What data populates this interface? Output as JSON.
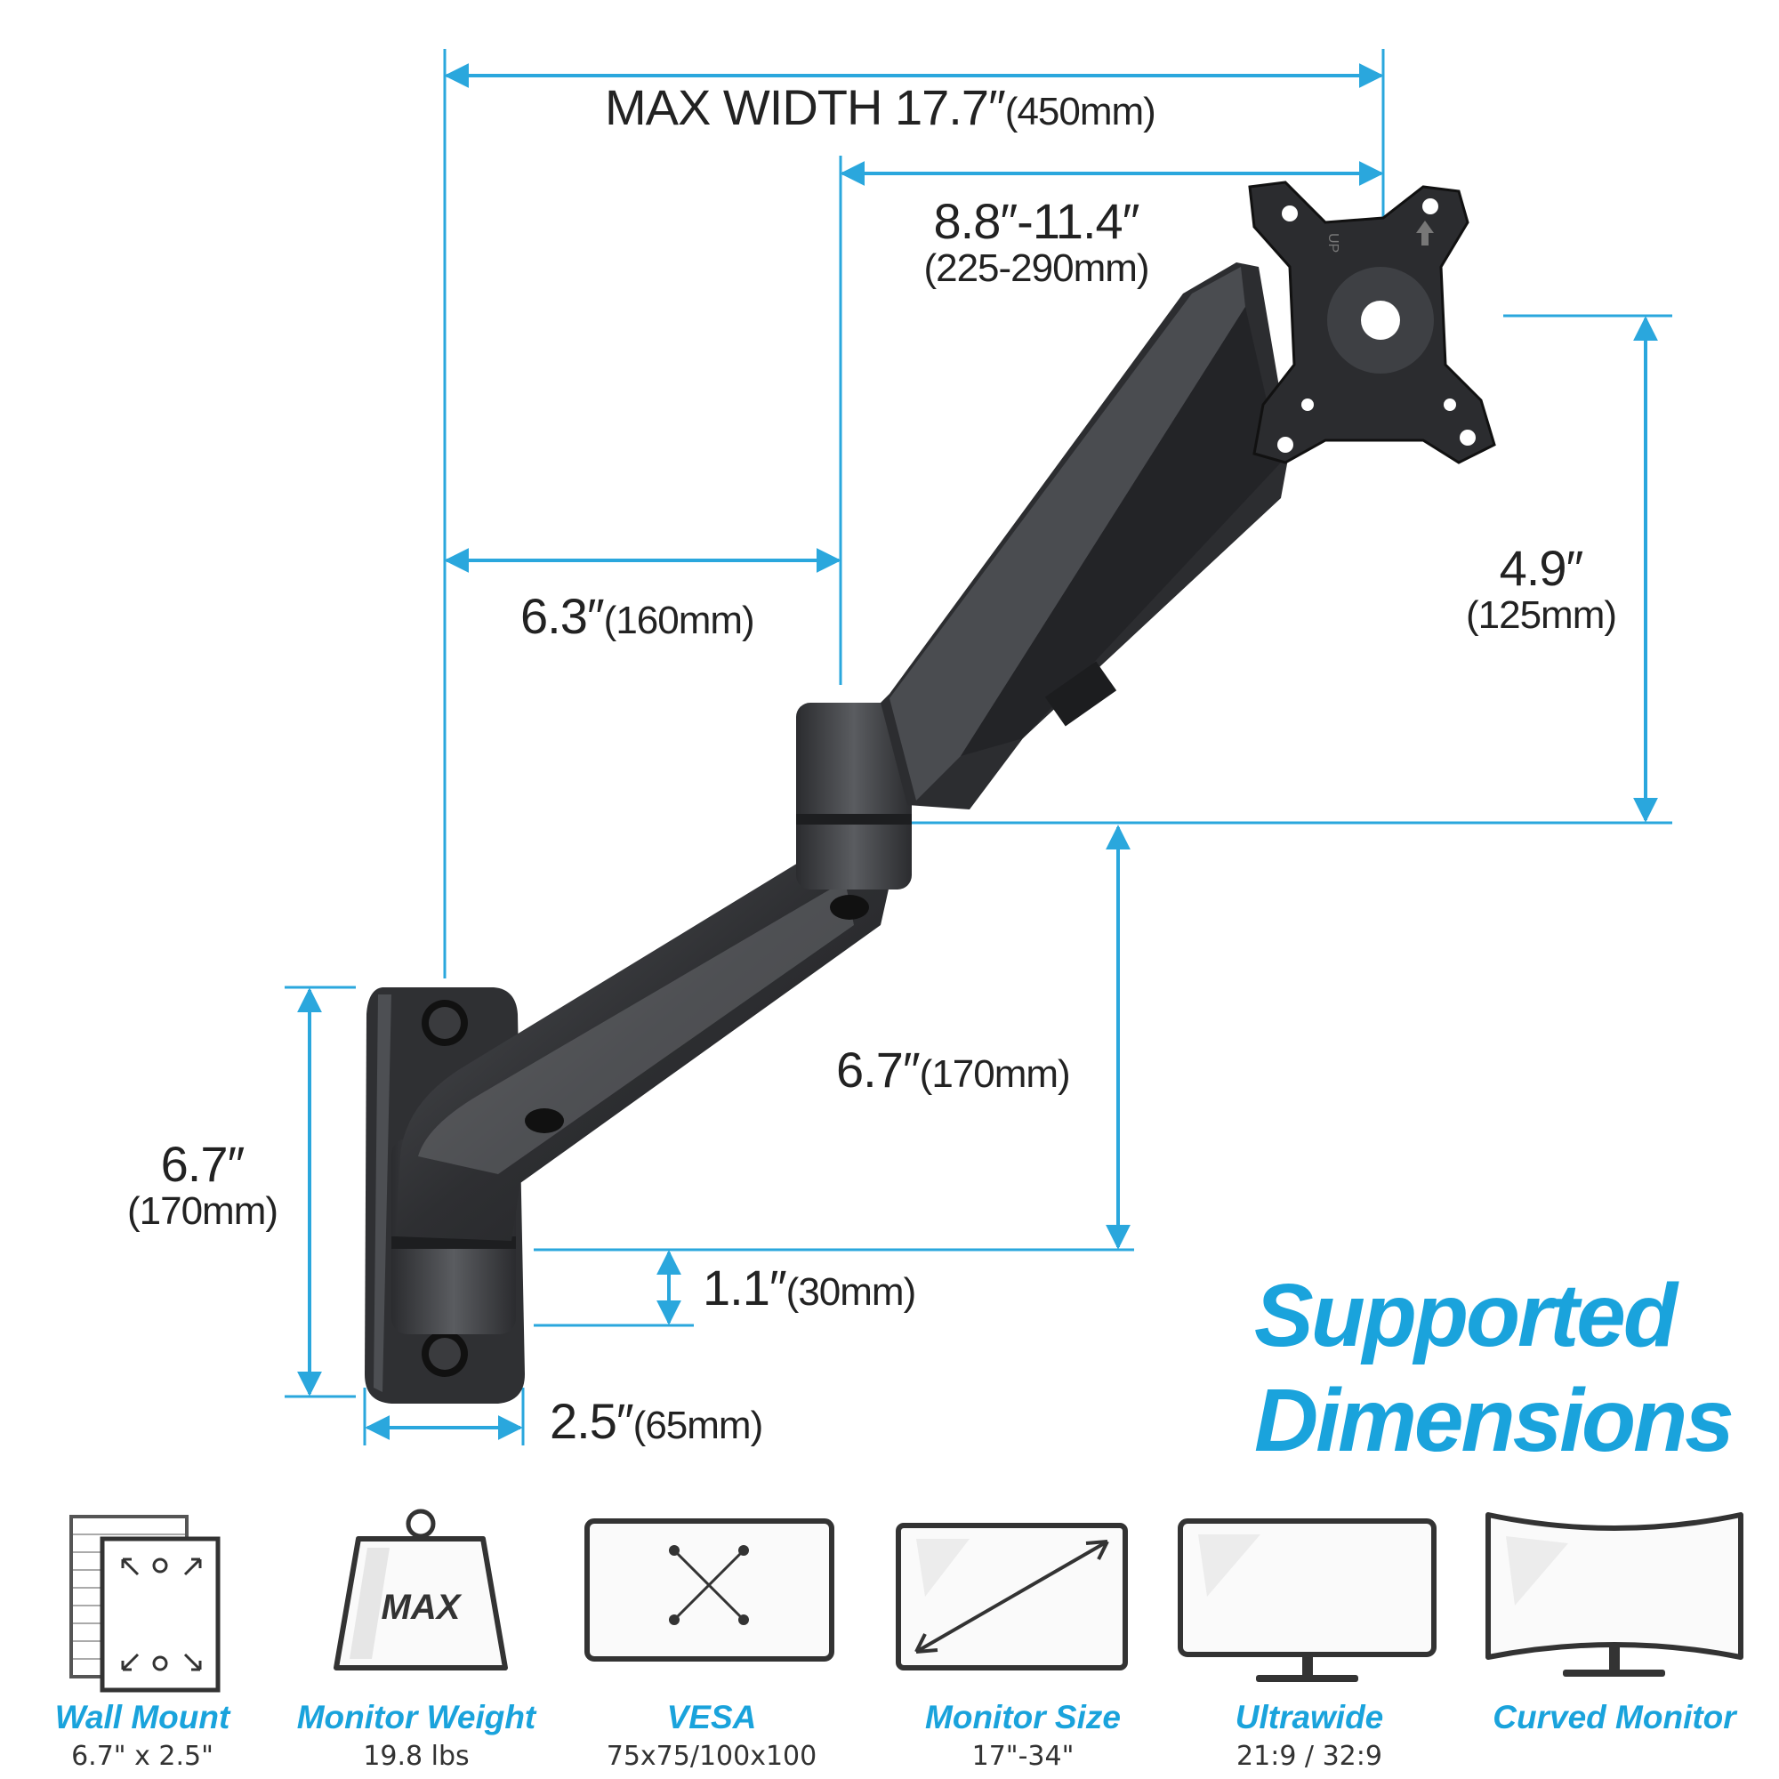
{
  "colors": {
    "accent": "#1aa3dc",
    "dimension_line": "#2aa7dd",
    "arm": "#3a3b3e",
    "text": "#222222"
  },
  "dimensions": {
    "max_width": {
      "label": "MAX WIDTH 17.7″",
      "metric": "(450mm)"
    },
    "plate_reach": {
      "label": "8.8″-11.4″",
      "metric": "(225-290mm)"
    },
    "first_arm": {
      "label": "6.3″",
      "metric": "(160mm)"
    },
    "vesa_height": {
      "label": "4.9″",
      "metric": "(125mm)"
    },
    "second_arm_height": {
      "label": "6.7″",
      "metric": "(170mm)"
    },
    "wall_plate_height": {
      "label": "6.7″",
      "metric": "(170mm)"
    },
    "bottom_offset": {
      "label": "1.1″",
      "metric": "(30mm)"
    },
    "wall_plate_width": {
      "label": "2.5″",
      "metric": "(65mm)"
    }
  },
  "plate_markings": {
    "up_text": "UP"
  },
  "headline": {
    "line1": "Supported",
    "line2": "Dimensions"
  },
  "features": [
    {
      "icon": "wall-mount-icon",
      "title": "Wall Mount",
      "value": "6.7\" x 2.5\""
    },
    {
      "icon": "weight-icon",
      "title": "Monitor Weight",
      "value": "19.8 lbs",
      "badge": "MAX"
    },
    {
      "icon": "vesa-icon",
      "title": "VESA",
      "value": "75x75/100x100"
    },
    {
      "icon": "monitor-size-icon",
      "title": "Monitor Size",
      "value": "17\"-34\""
    },
    {
      "icon": "ultrawide-icon",
      "title": "Ultrawide",
      "value": "21:9 / 32:9"
    },
    {
      "icon": "curved-monitor-icon",
      "title": "Curved Monitor",
      "value": ""
    }
  ]
}
